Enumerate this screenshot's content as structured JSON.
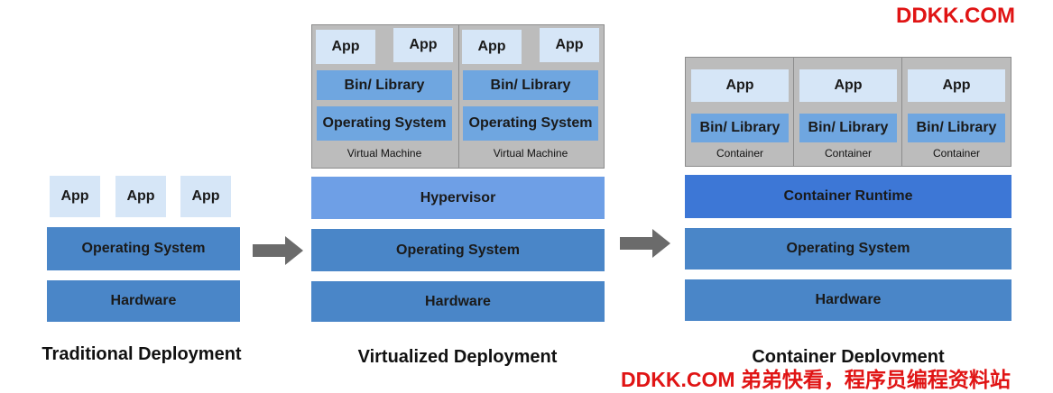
{
  "watermark_top": "DDKK.COM",
  "watermark_bottom": "DDKK.COM 弟弟快看，程序员编程资料站",
  "traditional": {
    "apps": [
      "App",
      "App",
      "App"
    ],
    "os": "Operating System",
    "hardware": "Hardware",
    "caption": "Traditional Deployment"
  },
  "virtualized": {
    "vm1": {
      "apps": [
        "App",
        "App"
      ],
      "bin": "Bin/ Library",
      "os": "Operating System",
      "label": "Virtual Machine"
    },
    "vm2": {
      "apps": [
        "App",
        "App"
      ],
      "bin": "Bin/ Library",
      "os": "Operating System",
      "label": "Virtual Machine"
    },
    "hypervisor": "Hypervisor",
    "os": "Operating System",
    "hardware": "Hardware",
    "caption": "Virtualized Deployment"
  },
  "container": {
    "containers": [
      {
        "app": "App",
        "bin": "Bin/ Library",
        "label": "Container"
      },
      {
        "app": "App",
        "bin": "Bin/ Library",
        "label": "Container"
      },
      {
        "app": "App",
        "bin": "Bin/ Library",
        "label": "Container"
      }
    ],
    "runtime": "Container Runtime",
    "os": "Operating System",
    "hardware": "Hardware",
    "caption": "Container Deployment"
  }
}
